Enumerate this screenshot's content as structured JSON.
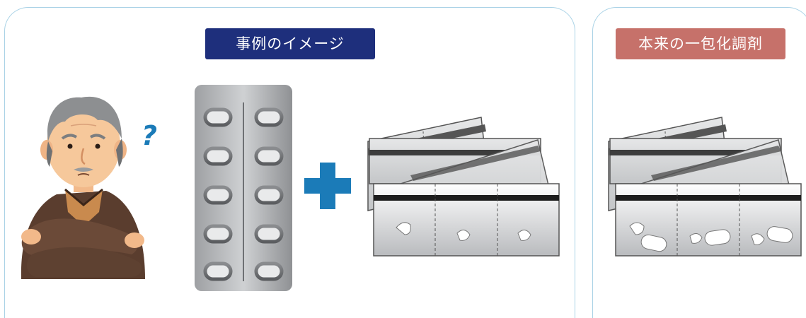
{
  "left_panel": {
    "title": "事例のイメージ",
    "title_color": "#1e2f7c"
  },
  "right_panel": {
    "title": "本来の一包化調剤",
    "title_color": "#c6716a"
  },
  "left_figures": {
    "person": "confused-elderly-man",
    "question_mark": "?",
    "blister_pack": "pill-blister-sheet",
    "plus": "plus-icon",
    "packets": "medicine-packets"
  },
  "right_figures": {
    "packets": "medicine-packets-multiple-pills"
  },
  "colors": {
    "accent_blue": "#1b7bb8",
    "panel_border": "#a9d2e6"
  }
}
